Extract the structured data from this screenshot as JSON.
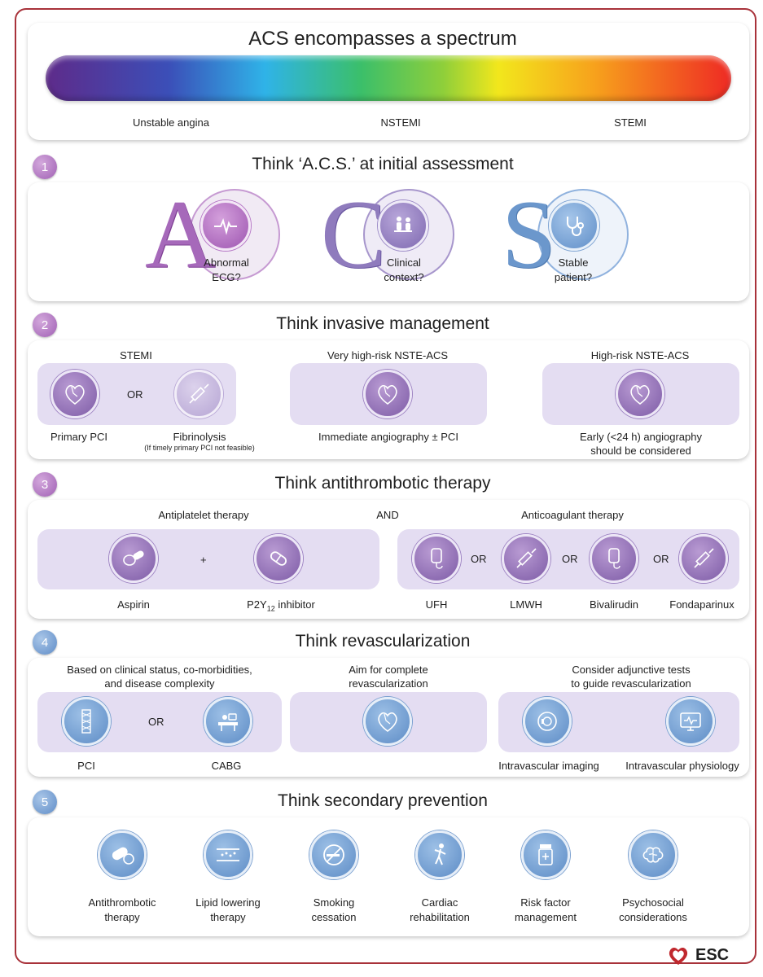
{
  "header": {
    "title": "ACS encompasses a spectrum",
    "spectrum_labels": [
      "Unstable angina",
      "NSTEMI",
      "STEMI"
    ]
  },
  "section1": {
    "number": "1",
    "title": "Think ‘A.C.S.’ at initial assessment",
    "items": [
      {
        "letter": "A",
        "label_line1": "Abnormal",
        "label_line2": "ECG?"
      },
      {
        "letter": "C",
        "label_line1": "Clinical",
        "label_line2": "context?"
      },
      {
        "letter": "S",
        "label_line1": "Stable",
        "label_line2": "patient?"
      }
    ]
  },
  "section2": {
    "number": "2",
    "title": "Think invasive management",
    "stemi": {
      "heading": "STEMI",
      "or": "OR",
      "left_label": "Primary PCI",
      "right_label": "Fibrinolysis",
      "right_note": "(If timely primary PCI not feasible)"
    },
    "very_high": {
      "heading": "Very high-risk NSTE-ACS",
      "label": "Immediate angiography ± PCI"
    },
    "high": {
      "heading": "High-risk NSTE-ACS",
      "label_line1": "Early (<24 h) angiography",
      "label_line2": "should be considered"
    }
  },
  "section3": {
    "number": "3",
    "title": "Think antithrombotic therapy",
    "antiplatelet_heading": "Antiplatelet therapy",
    "and": "AND",
    "anticoagulant_heading": "Anticoagulant therapy",
    "plus": "+",
    "or": "OR",
    "aspirin": "Aspirin",
    "p2y12_prefix": "P2Y",
    "p2y12_sub": "12",
    "p2y12_suffix": " inhibitor",
    "anticoagulants": [
      "UFH",
      "LMWH",
      "Bivalirudin",
      "Fondaparinux"
    ]
  },
  "section4": {
    "number": "4",
    "title": "Think revascularization",
    "left_heading_line1": "Based on clinical status, co-morbidities,",
    "left_heading_line2": "and disease complexity",
    "mid_heading_line1": "Aim for complete",
    "mid_heading_line2": "revascularization",
    "right_heading_line1": "Consider adjunctive tests",
    "right_heading_line2": "to guide revascularization",
    "or": "OR",
    "pci": "PCI",
    "cabg": "CABG",
    "imaging": "Intravascular imaging",
    "physiology": "Intravascular physiology"
  },
  "section5": {
    "number": "5",
    "title": "Think secondary prevention",
    "items": [
      {
        "line1": "Antithrombotic",
        "line2": "therapy"
      },
      {
        "line1": "Lipid lowering",
        "line2": "therapy"
      },
      {
        "line1": "Smoking",
        "line2": "cessation"
      },
      {
        "line1": "Cardiac",
        "line2": "rehabilitation"
      },
      {
        "line1": "Risk factor",
        "line2": "management"
      },
      {
        "line1": "Psychosocial",
        "line2": "considerations"
      }
    ]
  },
  "logo": {
    "text": "ESC"
  },
  "colors": {
    "frame": "#a8323a",
    "purple": "#7d5ba6",
    "light_purple": "#b6a5d4",
    "blue": "#5d8cc6",
    "panel": "#e4ddf2"
  }
}
